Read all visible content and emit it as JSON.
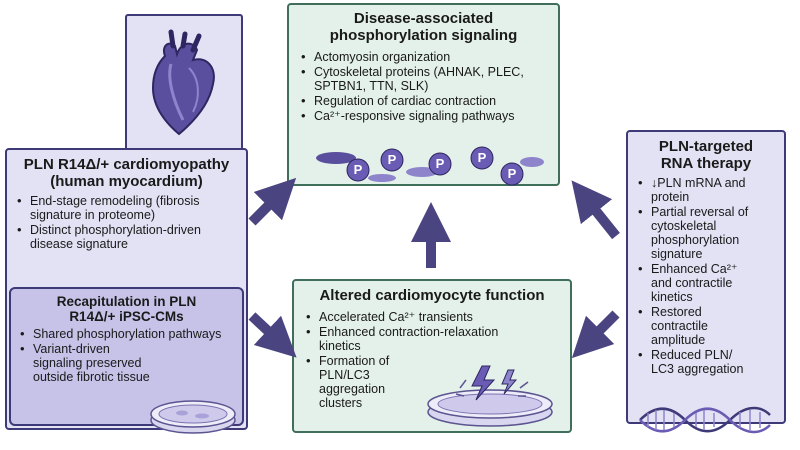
{
  "colors": {
    "purple_fill": "#e3e1f4",
    "purple_border": "#3e3a78",
    "green_fill": "#e4f1ea",
    "green_border": "#3f6e5a",
    "arrow": "#4a4580"
  },
  "icons": [
    "heart-icon",
    "phospho-bead-icon",
    "petri-dish-icon",
    "lightning-icon",
    "dna-helix-icon"
  ],
  "top_box": {
    "title": "Disease-associated phosphorylation signaling",
    "items": [
      "Actomyosin organization",
      "Cytoskeletal proteins (AHNAK, PLEC, SPTBN1, TTN, SLK)",
      "Regulation of cardiac contraction",
      "Ca²⁺-responsive signaling pathways"
    ],
    "bead_label": "P"
  },
  "left_box": {
    "title": "PLN R14Δ/+ cardiomyopathy (human myocardium)",
    "items": [
      "End-stage remodeling (fibrosis signature in proteome)",
      "Distinct phosphorylation-driven disease signature"
    ]
  },
  "left_inner_box": {
    "title": "Recapitulation in PLN R14Δ/+ iPSC-CMs",
    "items": [
      "Shared phosphorylation pathways",
      "Variant-driven signaling preserved outside fibrotic tissue"
    ]
  },
  "bottom_box": {
    "title": "Altered cardiomyocyte function",
    "items": [
      "Accelerated Ca²⁺ transients",
      "Enhanced contraction-relaxation kinetics",
      "Formation of PLN/LC3 aggregation clusters"
    ]
  },
  "right_box": {
    "title": "PLN-targeted RNA therapy",
    "items": [
      "↓PLN mRNA and protein",
      "Partial reversal of cytoskeletal phosphorylation signature",
      "Enhanced Ca²⁺ and contractile kinetics",
      "Restored contractile amplitude",
      "Reduced PLN/ LC3 aggregation"
    ]
  }
}
